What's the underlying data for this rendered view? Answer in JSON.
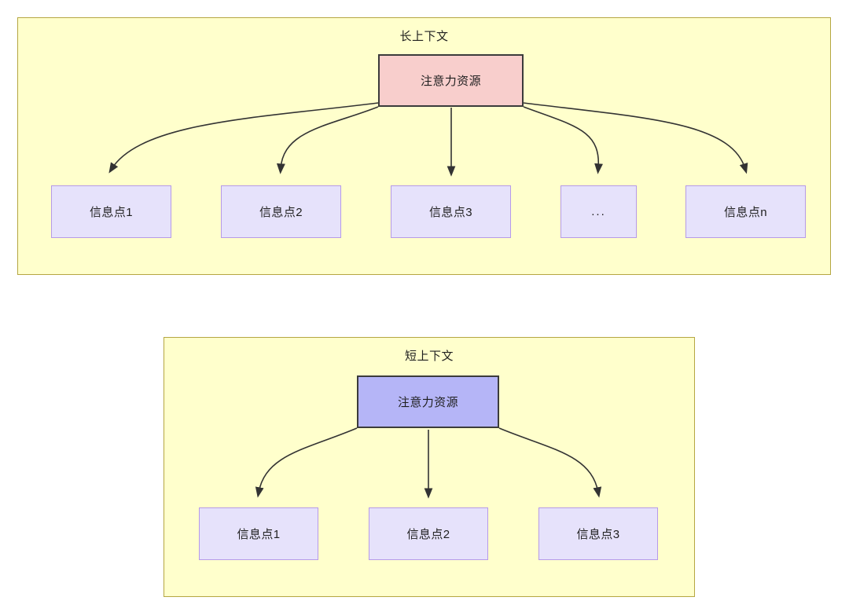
{
  "diagram": {
    "title_long": "长上下文",
    "title_short": "短上下文",
    "colors": {
      "panel_fill": "#ffffcc",
      "panel_stroke": "#b5a642",
      "attention_long_fill": "#f8cecc",
      "attention_short_fill": "#b5b5f7",
      "node_stroke": "#3b3b3b",
      "info_fill": "#e6e2fb",
      "info_stroke": "#b69ae8",
      "edge_stroke": "#333333",
      "text": "#1f1f1f"
    }
  },
  "long_context": {
    "panel_label": "长上下文",
    "root": {
      "label": "注意力资源"
    },
    "children": [
      {
        "label": "信息点1"
      },
      {
        "label": "信息点2"
      },
      {
        "label": "信息点3"
      },
      {
        "label": "..."
      },
      {
        "label": "信息点n"
      }
    ]
  },
  "short_context": {
    "panel_label": "短上下文",
    "root": {
      "label": "注意力资源"
    },
    "children": [
      {
        "label": "信息点1"
      },
      {
        "label": "信息点2"
      },
      {
        "label": "信息点3"
      }
    ]
  }
}
